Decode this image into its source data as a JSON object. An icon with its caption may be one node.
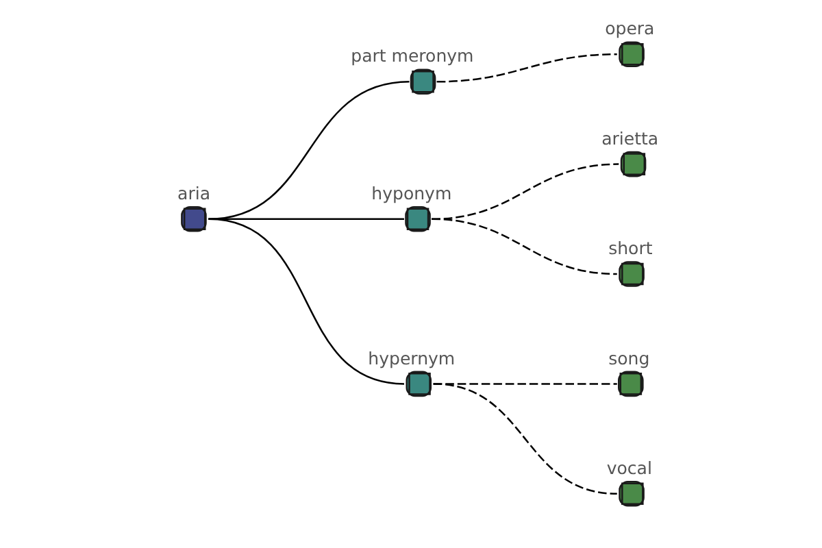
{
  "diagram": {
    "nodes": [
      {
        "text": [
          "opera"
        ]
      },
      {
        "text": [
          "part meronym"
        ]
      },
      {
        "text": [
          "aria"
        ]
      },
      {
        "text": [
          "hyponym"
        ]
      },
      {
        "text": [
          "arietta"
        ]
      },
      {
        "text": [
          "hypernym"
        ]
      },
      {
        "text": [
          "song"
        ]
      },
      {
        "text": [
          "short"
        ]
      },
      {
        "text": [
          "vocal"
        ]
      }
    ],
    "edges": [
      {
        "from": 2,
        "to": 1,
        "arrow": "none"
      },
      {
        "from": 1,
        "to": 0,
        "arrow": "none",
        "style": "dashed"
      },
      {
        "from": 2,
        "to": 3,
        "arrow": "none"
      },
      {
        "from": 3,
        "to": 4,
        "arrow": "none",
        "style": "dashed"
      },
      {
        "from": 3,
        "to": 7,
        "arrow": "none",
        "style": "dashed"
      },
      {
        "from": 2,
        "to": 5,
        "arrow": "none"
      },
      {
        "from": 5,
        "to": 6,
        "arrow": "none",
        "style": "dashed"
      },
      {
        "from": 5,
        "to": 8,
        "arrow": "none",
        "style": "dashed"
      }
    ]
  }
}
